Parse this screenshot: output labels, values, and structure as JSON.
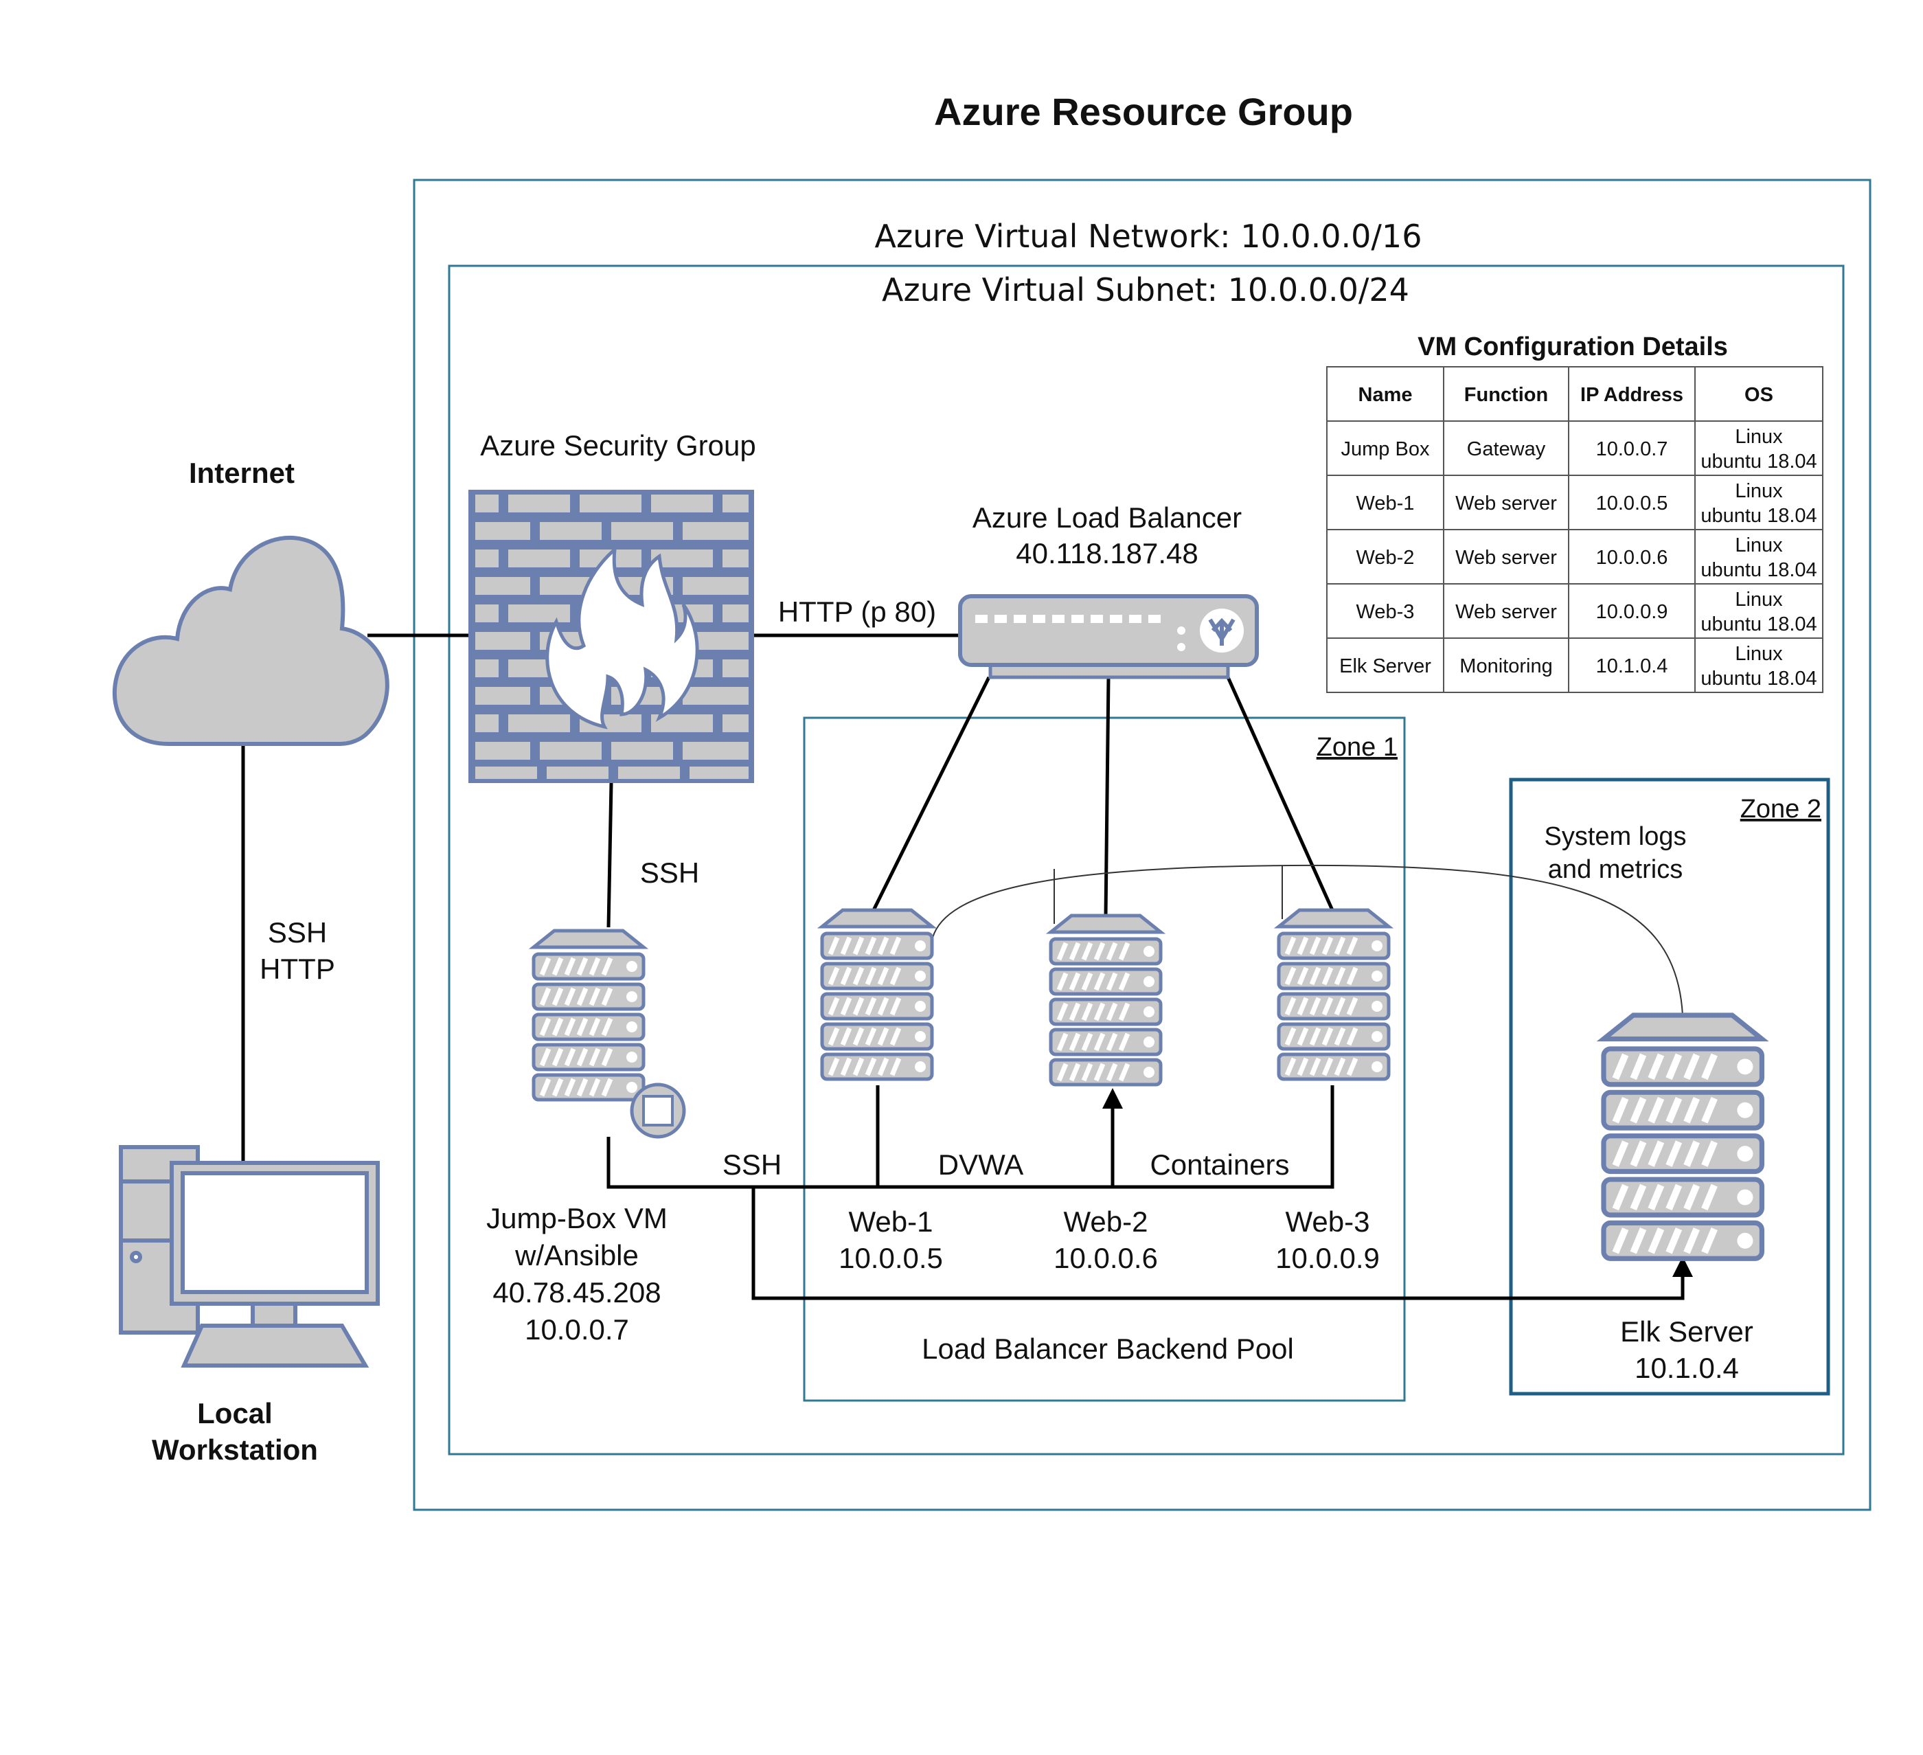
{
  "title": "Azure Resource Group",
  "virtual_network": "Azure Virtual Network: 10.0.0.0/16",
  "virtual_subnet": "Azure Virtual Subnet: 10.0.0.0/24",
  "internet": {
    "label": "Internet",
    "icon": "cloud-icon"
  },
  "workstation": {
    "label_line1": "Local",
    "label_line2": "Workstation",
    "icon": "desktop-computer-icon"
  },
  "security_group": {
    "label": "Azure Security Group",
    "icon": "firewall-icon"
  },
  "load_balancer": {
    "label": "Azure Load Balancer",
    "ip": "40.118.187.48",
    "icon": "load-balancer-icon"
  },
  "links": {
    "ssh_http_1": "SSH",
    "ssh_http_2": "HTTP",
    "http_port": "HTTP (p 80)",
    "ssh_fw": "SSH",
    "ssh_bottom": "SSH",
    "dvwa": "DVWA",
    "containers": "Containers",
    "logs_1": "System logs",
    "logs_2": "and metrics"
  },
  "jump_box": {
    "line1": "Jump-Box VM",
    "line2": "w/Ansible",
    "line3": "40.78.45.208",
    "line4": "10.0.0.7",
    "icon": "server-with-badge-icon"
  },
  "web_servers": [
    {
      "name": "Web-1",
      "ip": "10.0.0.5",
      "icon": "server-icon"
    },
    {
      "name": "Web-2",
      "ip": "10.0.0.6",
      "icon": "server-icon"
    },
    {
      "name": "Web-3",
      "ip": "10.0.0.9",
      "icon": "server-icon"
    }
  ],
  "zone1": {
    "label": "Zone 1",
    "pool_label": "Load Balancer Backend Pool"
  },
  "zone2": {
    "label": "Zone 2"
  },
  "elk": {
    "name": "Elk Server",
    "ip": "10.1.0.4",
    "icon": "server-icon"
  },
  "vm_table": {
    "title": "VM Configuration Details",
    "headers": [
      "Name",
      "Function",
      "IP Address",
      "OS"
    ],
    "rows": [
      [
        "Jump Box",
        "Gateway",
        "10.0.0.7",
        "Linux",
        "ubuntu 18.04"
      ],
      [
        "Web-1",
        "Web server",
        "10.0.0.5",
        "Linux",
        "ubuntu 18.04"
      ],
      [
        "Web-2",
        "Web server",
        "10.0.0.6",
        "Linux",
        "ubuntu 18.04"
      ],
      [
        "Web-3",
        "Web server",
        "10.0.0.9",
        "Linux",
        "ubuntu 18.04"
      ],
      [
        "Elk Server",
        "Monitoring",
        "10.1.0.4",
        "Linux",
        "ubuntu 18.04"
      ]
    ]
  },
  "colors": {
    "container_border": "#2f7896",
    "zone2_border": "#1f5f86",
    "icon_fill": "#c9c9c9",
    "icon_stroke": "#6c80b0",
    "line": "#000000"
  }
}
